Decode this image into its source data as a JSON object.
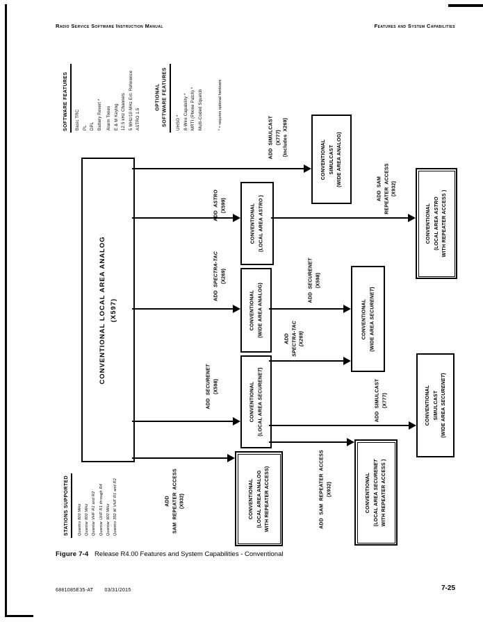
{
  "colors": {
    "ink": "#000000",
    "paper": "#ffffff"
  },
  "page": {
    "header_left": "Radio Service Software Instruction Manual",
    "header_right": "Features and System Capabilities",
    "caption_label": "Figure 7-4",
    "caption_text": "Release R4.00 Features and System Capabilities - Conventional",
    "footer_doc_number": "6881085E35-AT",
    "footer_date": "03/31/2015",
    "footer_page": "7-25"
  },
  "software_features": {
    "title": "SOFTWARE FEATURES",
    "items": [
      "Basic TRC",
      "PL",
      "DPL",
      "Battery Revert *",
      "Alarm Tones",
      "E & M Keying",
      "12.5 kHz Channels",
      "5 MHz/10 MHz Ext. Reference",
      "ASTRO 1.5"
    ]
  },
  "optional_features": {
    "title_line1": "OPTIONAL",
    "title_line2": "SOFTWARE FEATURES",
    "items": [
      "UHSO *",
      "8-Wire Capability *",
      "MRTI (Phone Patch) *",
      "Multi-Coded Squelch"
    ]
  },
  "footnote": "* = requires optional hardware",
  "stations": {
    "title": "STATIONS SUPPORTED",
    "items": [
      "Quantro 800 MHz",
      "Quantar 800 MHz",
      "Quantar VHF R1 and R2",
      "Quantar UHF R1 through R4",
      "Quantar 900 MHz",
      "Quantro 350 W VHF R1 and R2"
    ]
  },
  "boxes": {
    "root": {
      "l1": "CONVENTIONAL LOCAL AREA ANALOG",
      "l2": "(X597)"
    },
    "sim_waa": {
      "l1": "CONVENTIONAL",
      "l2": "SIMULCAST",
      "l3": "(WIDE AREA ANALOG)"
    },
    "la_astro": {
      "l1": "CONVENTIONAL",
      "l2a": "(LOCAL AREA ",
      "l2b": "ASTRO",
      "l2c": " )"
    },
    "wa_analog": {
      "l1": "CONVENTIONAL",
      "l2": "(WIDE AREA ANALOG)"
    },
    "la_securenet": {
      "l1": "CONVENTIONAL",
      "l2a": "(LOCAL AREA ",
      "l2b": "SECURENET",
      "l2c": ")"
    },
    "laa_wra": {
      "l1": "CONVENTIONAL",
      "l2": "(LOCAL AREA ANALOG",
      "l3": "WITH REPEATER ACCESS)"
    },
    "astro_wra": {
      "l1": "CONVENTIONAL",
      "l2a": "(LOCAL AREA ",
      "l2b": "ASTRO",
      "l3": "WITH REPEATER ACCESS )"
    },
    "wa_securenet": {
      "l1": "CONVENTIONAL",
      "l2a": "(WIDE AREA ",
      "l2b": "SECURENET",
      "l2c": ")"
    },
    "sim_was": {
      "l1": "CONVENTIONAL",
      "l2": "SIMULCAST",
      "l3a": "(WIDE AREA ",
      "l3b": "SECURENET",
      "l3c": ")"
    },
    "las_wra": {
      "l1": "CONVENTIONAL",
      "l2a": "(LOCAL AREA ",
      "l2b": "SECURENET",
      "l3": "WITH REPEATER ACCESS )"
    }
  },
  "labels": {
    "sim_top": {
      "l1": "ADD SIMULCAST",
      "l2": "(X777)",
      "l3": "(Includes X269)"
    },
    "astro": {
      "l1a": "ADD ",
      "l1b": "ASTRO",
      "l2": "(X599)"
    },
    "spectra1": {
      "l1a": "ADD ",
      "l1b": "SPECTRA-TAC",
      "l2": "(X269)"
    },
    "securenet1": {
      "l1a": "ADD ",
      "l1b": "SECURENET",
      "l2": "(X598)"
    },
    "sam_bl": {
      "l1": "ADD",
      "l2": "SAM REPEATER ACCESS",
      "l3": "(X932)"
    },
    "securenet2": {
      "l1a": "ADD ",
      "l1b": "SECURENET",
      "l2": "(X598)"
    },
    "spectra2": {
      "l1": "ADD",
      "l2": "SPECTRA-TAC",
      "l3": "(X269)"
    },
    "sam_r2": {
      "l1": "ADD SAM REPEATER ACCESS",
      "l2": "(X932)"
    },
    "simulcast2": {
      "l1": "ADD SIMULCAST",
      "l2": "(X777)"
    },
    "sam_top": {
      "l1": "ADD SAM",
      "l2": "REPEATER ACCESS",
      "l3": "(X932)"
    }
  }
}
